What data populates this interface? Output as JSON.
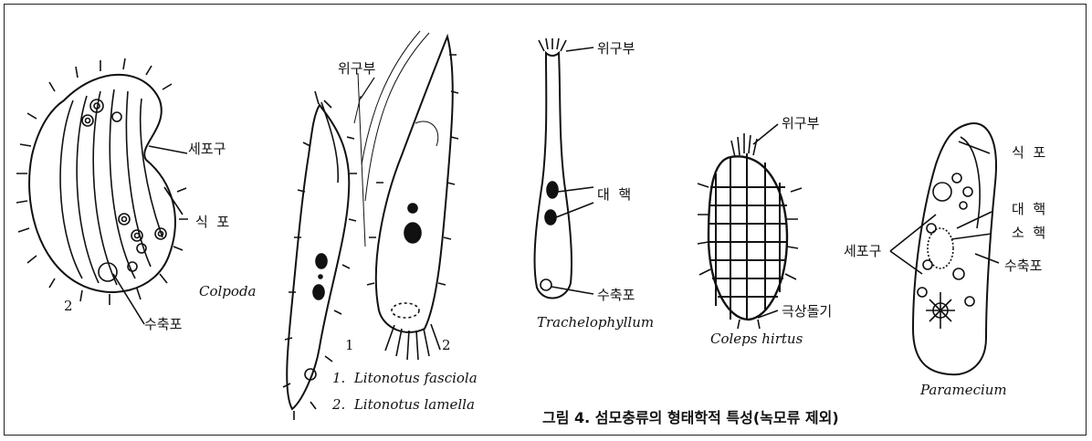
{
  "labels": {
    "sebogu": "세포구",
    "sikpo": "식  포",
    "suchukpo": "수축포",
    "wigubu": "위구부",
    "daehaek": "대  핵",
    "sohaek": "소  핵",
    "geuksangdolgi": "극상돌기"
  },
  "species": {
    "colpoda": "Colpoda",
    "colpoda_num": "2",
    "litonotus_fig1": "1",
    "litonotus_fig2": "2",
    "litonotus_1": "1.  Litonotus fasciola",
    "litonotus_2": "2.  Litonotus lamella",
    "trachelophyllum": "Trachelophyllum",
    "coleps": "Coleps hirtus",
    "paramecium": "Paramecium"
  },
  "caption": "그림 4. 섬모충류의 형태학적 특성(녹모류 제외)"
}
